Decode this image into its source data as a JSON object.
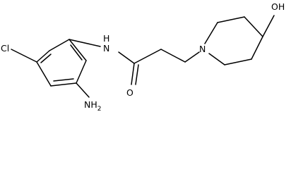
{
  "molecule": {
    "atoms": [
      {
        "id": "n_amide",
        "label": "N"
      },
      {
        "id": "h_amide",
        "label": "H"
      },
      {
        "id": "n_ring",
        "label": "N"
      },
      {
        "id": "o_carbonyl",
        "label": "O"
      },
      {
        "id": "cl",
        "label": "Cl"
      },
      {
        "id": "nh2",
        "label": "NH",
        "sub": "2"
      },
      {
        "id": "oh",
        "label": "OH"
      }
    ]
  }
}
